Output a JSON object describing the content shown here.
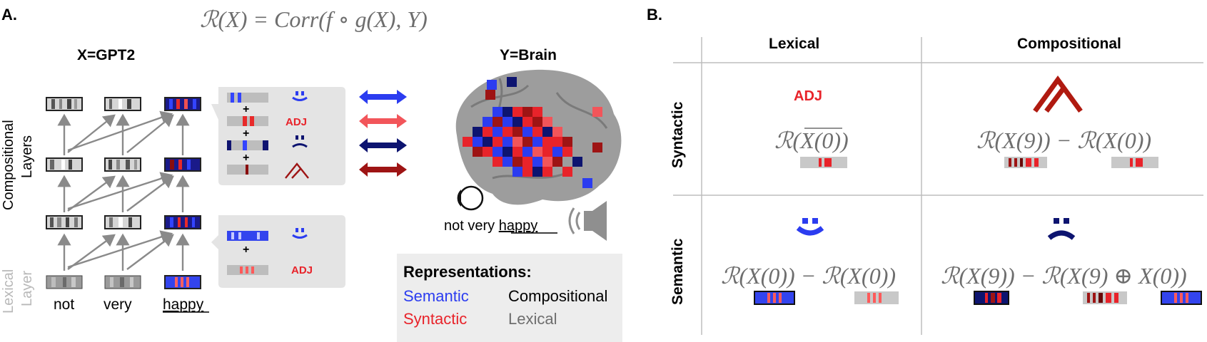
{
  "panel_a": {
    "label": "A.",
    "formula": "ℛ(X) = Corr(f ∘ g(X), Y)",
    "gpt2_title": "X=GPT2",
    "brain_title": "Y=Brain",
    "compositional_layers_line1": "Compositional",
    "compositional_layers_line2": "Layers",
    "lexical_layer_line1": "Lexical",
    "lexical_layer_line2": "Layer",
    "words": [
      "not",
      "very",
      "happy"
    ],
    "upper_box": {
      "plus": "+",
      "adj": "ADJ"
    },
    "lower_box": {
      "plus": "+",
      "adj": "ADJ"
    },
    "stimulus_text_prefix": "not very ",
    "stimulus_text_word": "happy",
    "legend": {
      "title": "Representations:",
      "semantic": "Semantic",
      "compositional": "Compositional",
      "syntactic": "Syntactic",
      "lexical": "Lexical"
    }
  },
  "panel_b": {
    "label": "B.",
    "col_lexical": "Lexical",
    "col_compositional": "Compositional",
    "row_syntactic": "Syntactic",
    "row_semantic": "Semantic",
    "adj_label": "ADJ",
    "cell_syn_lex": "ℛ(X(0))",
    "cell_syn_comp": "ℛ(X(9)) − ℛ(X(0))",
    "cell_sem_lex": "ℛ(X(0)) − ℛ(X(0))",
    "cell_sem_comp": "ℛ(X(9)) − ℛ(X(9) ⊕ X(0))"
  },
  "colors": {
    "semantic_blue": "#2b3cf0",
    "syntactic_red": "#e8232a",
    "dark_blue": "#0d1470",
    "dark_red": "#9e1414",
    "light_red": "#f2555a",
    "panel_gray": "#e4e4e4",
    "legend_gray": "#ededed"
  }
}
